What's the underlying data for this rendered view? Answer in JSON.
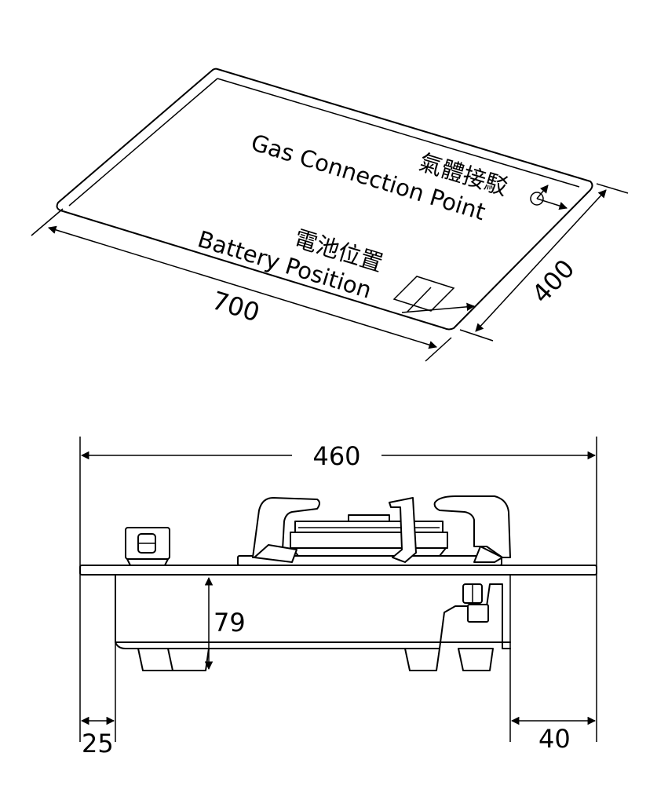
{
  "top_view": {
    "gas_label_cn": "氣體接駁",
    "gas_label_en": "Gas Connection Point",
    "battery_label_cn": "電池位置",
    "battery_label_en": "Battery Position",
    "dim_length": "700",
    "dim_width": "400"
  },
  "front_view": {
    "dim_total_width": "460",
    "dim_body_height": "79",
    "dim_left_offset": "25",
    "dim_right_offset": "40"
  }
}
